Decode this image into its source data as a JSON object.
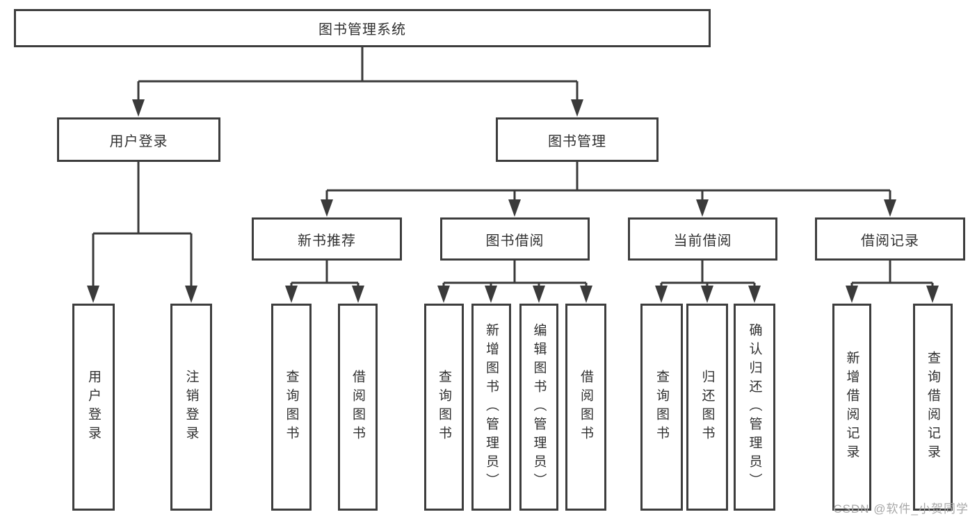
{
  "tree": {
    "root": {
      "label": "图书管理系统"
    },
    "children": [
      {
        "label": "用户登录",
        "children": [
          {
            "label": "用户登录"
          },
          {
            "label": "注销登录"
          }
        ]
      },
      {
        "label": "图书管理",
        "children": [
          {
            "label": "新书推荐",
            "children": [
              {
                "label": "查询图书"
              },
              {
                "label": "借阅图书"
              }
            ]
          },
          {
            "label": "图书借阅",
            "children": [
              {
                "label": "查询图书"
              },
              {
                "label": "新增图书（管理员）"
              },
              {
                "label": "编辑图书（管理员）"
              },
              {
                "label": "借阅图书"
              }
            ]
          },
          {
            "label": "当前借阅",
            "children": [
              {
                "label": "查询图书"
              },
              {
                "label": "归还图书"
              },
              {
                "label": "确认归还（管理员）"
              }
            ]
          },
          {
            "label": "借阅记录",
            "children": [
              {
                "label": "新增借阅记录"
              },
              {
                "label": "查询借阅记录"
              }
            ]
          }
        ]
      }
    ]
  },
  "watermark": "CSDN @软件_小贺同学",
  "colors": {
    "line": "#3a3a3a",
    "box_border": "#3d3d3d",
    "text": "#303030",
    "watermark": "#a8a8a8",
    "background": "#ffffff"
  }
}
